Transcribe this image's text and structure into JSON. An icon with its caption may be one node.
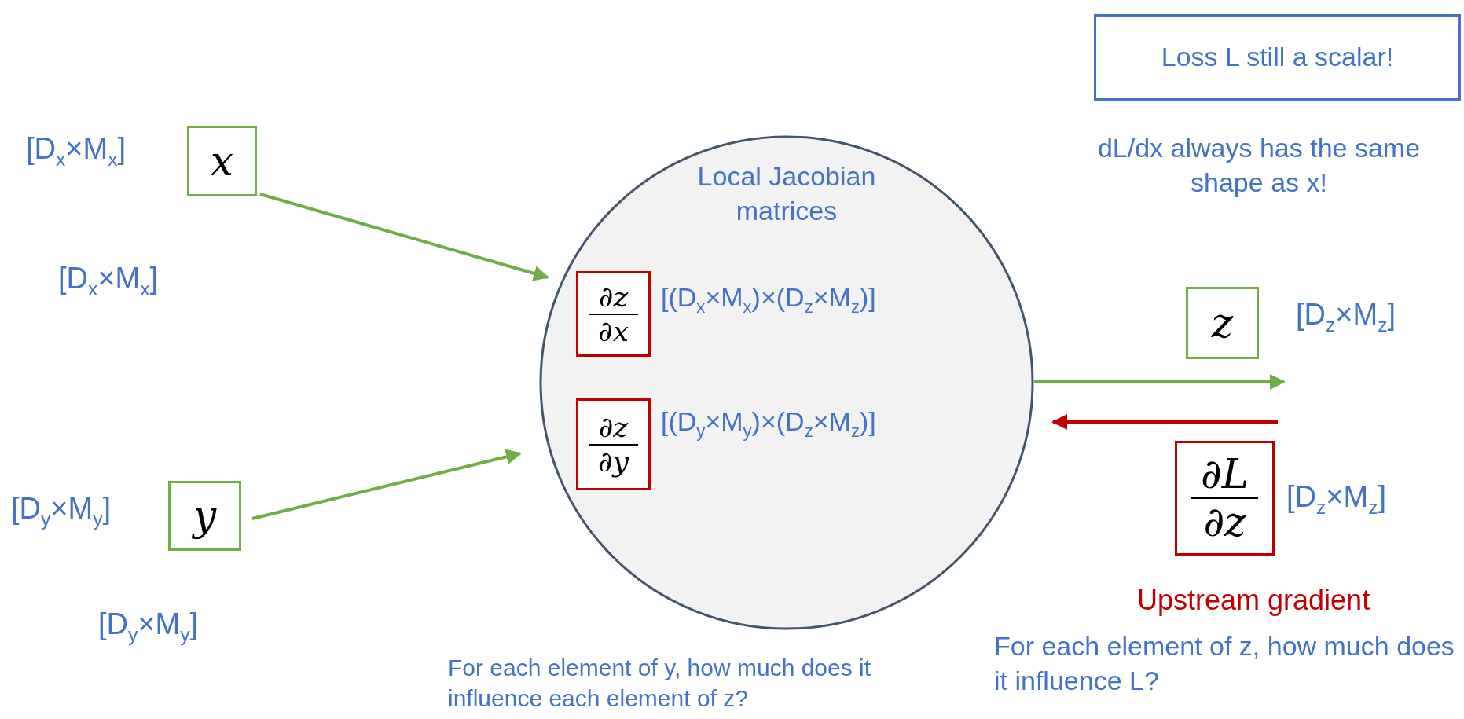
{
  "diagram": {
    "nodes": [
      {
        "text": [
          "x"
        ],
        "beside": [
          "[D$_{x}$×M$_{x}$]"
        ]
      },
      {
        "text": [
          "y"
        ],
        "beside": [
          "[D$_{y}$×M$_{y}$]"
        ]
      },
      {
        "text": [
          "Local Jacobian matrices"
        ]
      },
      {
        "text": [
          "∂z",
          "∂x"
        ],
        "in": 2,
        "beside": [
          "[(D$_{x}$×M$_{x}$)×(D$_{z}$×M$_{z}$)]"
        ]
      },
      {
        "text": [
          "∂z",
          "∂y"
        ],
        "in": 2,
        "beside": [
          "[(D$_{y}$×M$_{y}$)×(D$_{z}$×M$_{z}$)]"
        ]
      },
      {
        "text": [
          "z"
        ],
        "beside": [
          "[D$_{z}$×M$_{z}$]"
        ]
      },
      {
        "text": [
          "∂L",
          "∂z"
        ],
        "beside": [
          "[D$_{z}$×M$_{z}$]",
          "Upstream gradient"
        ]
      },
      {
        "text": [
          "Loss L still a scalar!"
        ]
      }
    ],
    "edges": [
      {
        "from": 0,
        "to": 2,
        "arrow": "to"
      },
      {
        "from": 1,
        "to": 2,
        "arrow": "to"
      },
      {
        "from": 2,
        "to": 5,
        "arrow": "to"
      },
      {
        "from": 6,
        "to": 2,
        "arrow": "to",
        "color": "#c00000"
      }
    ],
    "labels": [
      "[D$_{x}$×M$_{x}$]",
      "[D$_{y}$×M$_{y}$]",
      "dL/dx always has the same shape as x!",
      "For each element of y, how much does it influence each element of z?",
      "For each element of z, how much does it influence L?"
    ]
  }
}
